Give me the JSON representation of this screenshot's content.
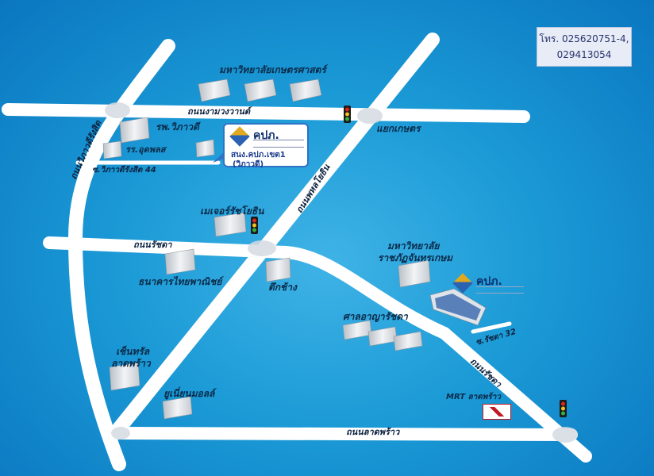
{
  "contact": {
    "phone_line1": "โทร. 025620751-4,",
    "phone_line2": "029413054"
  },
  "roads": {
    "ngam_wong_wan": "ถนนงามวงวานต์",
    "vibhavadi": "ถนนวิภาวดีรังสิต",
    "phahonyothin": "ถนนพหลโยธิน",
    "ratchada": "ถนนรัชดา",
    "ratchada_diag": "ถนนรัชดา",
    "lat_phrao": "ถนนลาดพร้าว",
    "soi_vibhavadi_44": "ซ.วิภาวดีรังสิต 44",
    "soi_ratchada_32": "ซ.รัชดา 32"
  },
  "junctions": {
    "kaset": "แยกเกษตร"
  },
  "landmarks": {
    "kasetsart_university": "มหาวิทยาลัยเกษตรศาสตร์",
    "vibhavadi_hospital": "รพ.วิภาวดี",
    "school": "รร.อุดพลส",
    "major_ratchayothin": "เมเจอร์รัชโยธิน",
    "thai_bank": "ธนาคารไทยพาณิชย์",
    "tuk_chang": "ตึกช้าง",
    "rajabhat_line1": "มหาวิทยาลัย",
    "rajabhat_line2": "ราชภัฏจันทรเกษม",
    "criminal_court": "ศาลอาญารัชดา",
    "central_line1": "เซ็นทรัล",
    "central_line2": "ลาดพร้าว",
    "union_mall": "ยูเนี่ยนมอลล์",
    "mrt_lat_phrao": "MRT ลาดพร้าว"
  },
  "branch_office": {
    "logo_text": "คปภ.",
    "name_line1": "สนง.คปภ.เขต1",
    "name_line2": "(วิภาวดี)"
  },
  "headquarters": {
    "logo_text": "คปภ."
  },
  "colors": {
    "road": "#ffffff",
    "background": "#1b9ad6",
    "label": "#0b2b4a"
  },
  "icons": [
    "traffic-light-icon",
    "building-icon",
    "logo-diamond-icon",
    "mrt-sign-icon"
  ]
}
